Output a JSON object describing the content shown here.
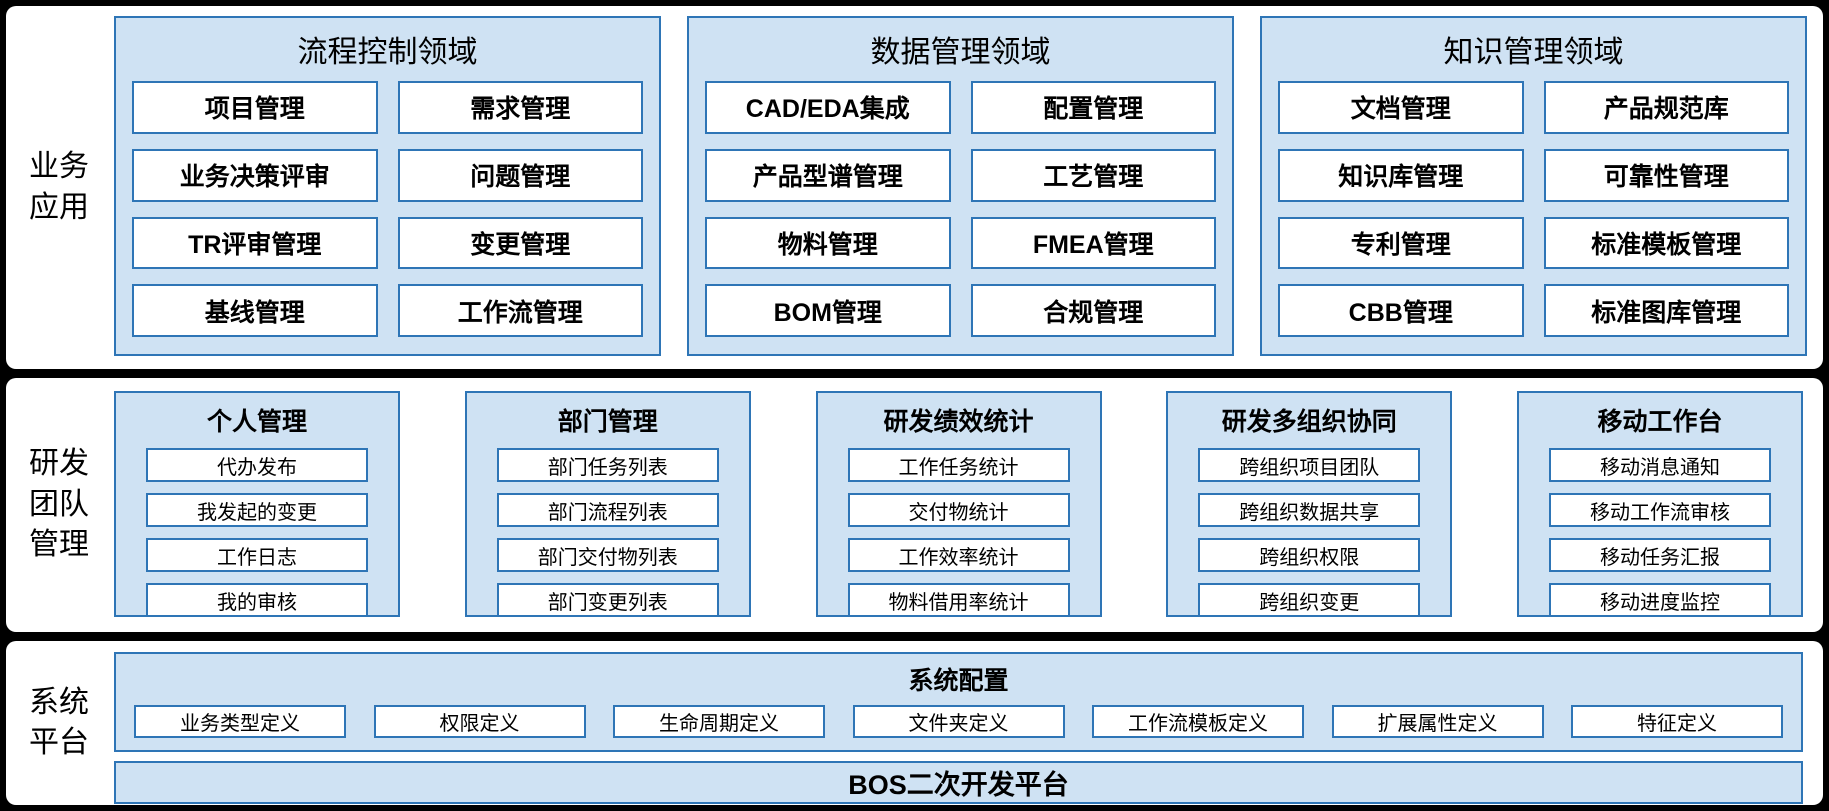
{
  "colors": {
    "background": "#000000",
    "band_fill": "#ffffff",
    "panel_fill": "#cfe2f3",
    "panel_border": "#2e75b6",
    "box_fill": "#ffffff",
    "text": "#000000"
  },
  "sections": {
    "business": {
      "label": "业务应用",
      "domains": [
        {
          "title": "流程控制领域",
          "items": [
            "项目管理",
            "需求管理",
            "业务决策评审",
            "问题管理",
            "TR评审管理",
            "变更管理",
            "基线管理",
            "工作流管理"
          ]
        },
        {
          "title": "数据管理领域",
          "items": [
            "CAD/EDA集成",
            "配置管理",
            "产品型谱管理",
            "工艺管理",
            "物料管理",
            "FMEA管理",
            "BOM管理",
            "合规管理"
          ]
        },
        {
          "title": "知识管理领域",
          "items": [
            "文档管理",
            "产品规范库",
            "知识库管理",
            "可靠性管理",
            "专利管理",
            "标准模板管理",
            "CBB管理",
            "标准图库管理"
          ]
        }
      ]
    },
    "team": {
      "label": "研发团队管理",
      "groups": [
        {
          "title": "个人管理",
          "items": [
            "代办发布",
            "我发起的变更",
            "工作日志",
            "我的审核"
          ]
        },
        {
          "title": "部门管理",
          "items": [
            "部门任务列表",
            "部门流程列表",
            "部门交付物列表",
            "部门变更列表"
          ]
        },
        {
          "title": "研发绩效统计",
          "items": [
            "工作任务统计",
            "交付物统计",
            "工作效率统计",
            "物料借用率统计"
          ]
        },
        {
          "title": "研发多组织协同",
          "items": [
            "跨组织项目团队",
            "跨组织数据共享",
            "跨组织权限",
            "跨组织变更"
          ]
        },
        {
          "title": "移动工作台",
          "items": [
            "移动消息通知",
            "移动工作流审核",
            "移动任务汇报",
            "移动进度监控"
          ]
        }
      ]
    },
    "platform": {
      "label": "系统平台",
      "config": {
        "title": "系统配置",
        "items": [
          "业务类型定义",
          "权限定义",
          "生命周期定义",
          "文件夹定义",
          "工作流模板定义",
          "扩展属性定义",
          "特征定义"
        ]
      },
      "bos_label": "BOS二次开发平台"
    }
  }
}
